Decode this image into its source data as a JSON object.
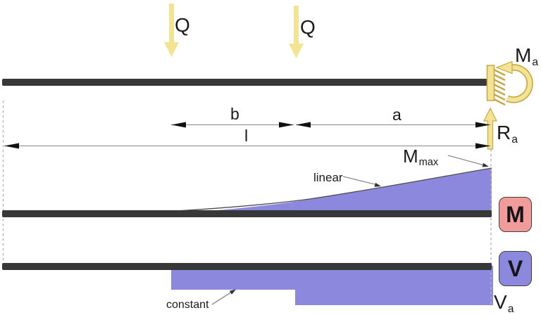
{
  "labels": {
    "load_left": "Q",
    "load_right": "Q",
    "support_moment_main": "M",
    "support_moment_sub": "a",
    "support_reaction_main": "R",
    "support_reaction_sub": "a",
    "dim_b": "b",
    "dim_a": "a",
    "dim_l": "l",
    "moment_max_main": "M",
    "moment_max_sub": "max",
    "moment_note": "linear",
    "shear_note": "constant",
    "shear_support_main": "V",
    "shear_support_sub": "a",
    "moment_badge": "M",
    "shear_badge": "V"
  },
  "colors": {
    "bar": "#383838",
    "accent_yellow": "#F3E493",
    "accent_yellow_dark": "#C7A64B",
    "diagram_purple": "#8B88DD",
    "badge_pink": "#F19B9B",
    "text": "#1a1a1a",
    "dim_line": "#999999",
    "dash": "#b5b5b5",
    "leader": "#777777",
    "edge": "#4b4b4b",
    "bg": "#ffffff"
  }
}
